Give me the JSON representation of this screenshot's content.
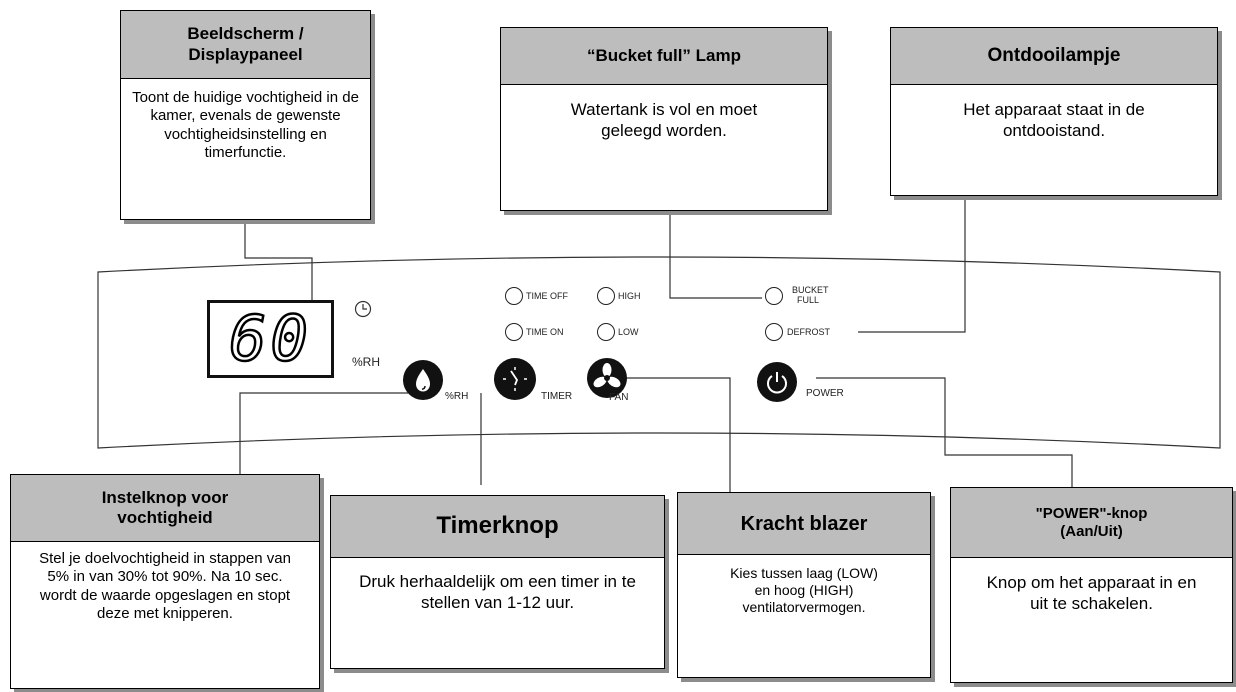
{
  "callouts": {
    "display": {
      "title": "Beeldscherm / Displaypaneel",
      "text": "Toont de huidige vochtigheid in de kamer, evenals de gewenste vochtigheidsinstelling en timerfunctie."
    },
    "bucket": {
      "title": "“Bucket full” Lamp",
      "text": "Watertank is vol en moet geleegd worden."
    },
    "defrost": {
      "title": "Ontdooilampje",
      "text": "Het apparaat staat in de ontdooistand."
    },
    "humidity": {
      "title": "Instelknop voor vochtigheid",
      "text": "Stel je doelvochtigheid in stappen van 5% in van 30% tot 90%. Na 10 sec. wordt de waarde opgeslagen en stopt deze met knipperen."
    },
    "timer": {
      "title": "Timerknop",
      "text": "Druk herhaaldelijk om een timer in te stellen van 1-12 uur."
    },
    "fan": {
      "title": "Kracht blazer",
      "text": "Kies tussen laag (LOW) en hoog (HIGH) ventilatorvermogen."
    },
    "power": {
      "title": "\"POWER\"-knop (Aan/Uit)",
      "text": "Knop om het apparaat in en uit te schakelen."
    }
  },
  "panel": {
    "display_value": "60",
    "rh_unit": "%RH",
    "indicators": {
      "time_off": "TIME OFF",
      "time_on": "TIME ON",
      "high": "HIGH",
      "low": "LOW",
      "bucket_full": "BUCKET FULL",
      "defrost": "DEFROST"
    },
    "buttons": {
      "humidity": "%RH",
      "timer": "TIMER",
      "fan": "FAN",
      "power": "POWER"
    }
  }
}
